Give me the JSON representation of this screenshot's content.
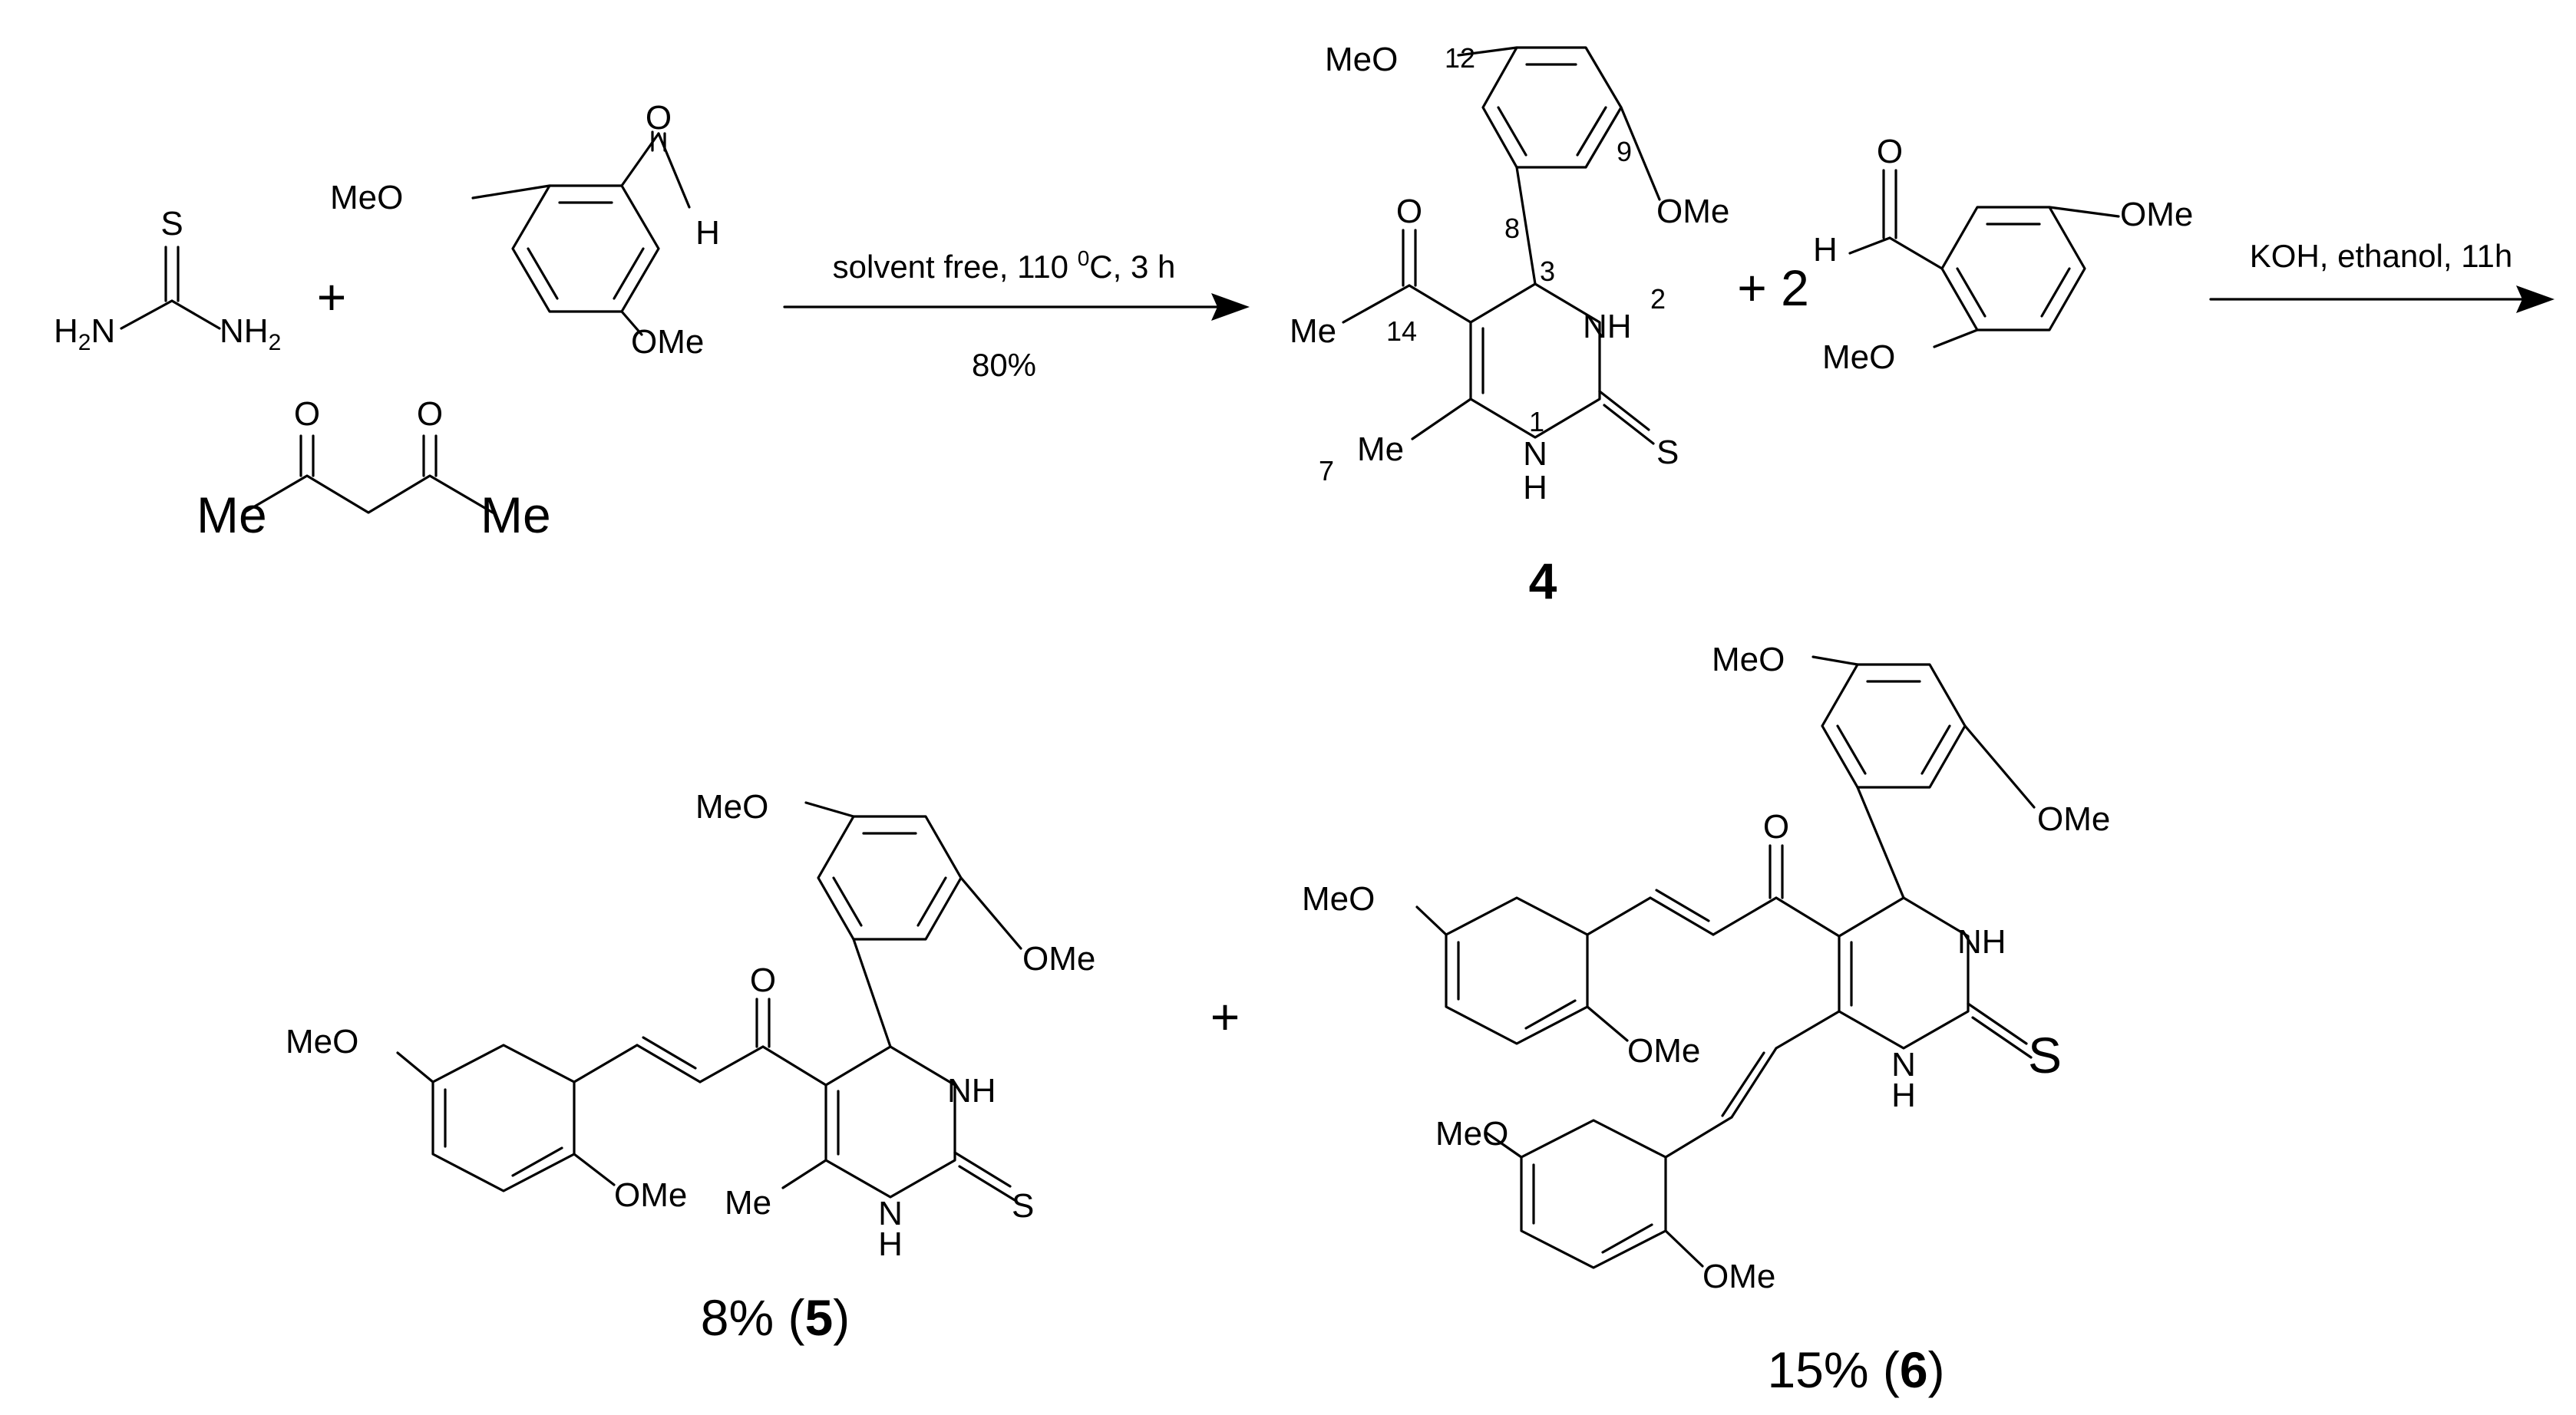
{
  "atoms": {
    "S": "S",
    "NH2": "NH",
    "H2N_left": "H",
    "H2N_right": "N",
    "sub2": "2",
    "O": "O",
    "H": "H",
    "NH": "NH",
    "N": "N",
    "MeO": "MeO",
    "OMe": "OMe",
    "Me": "Me"
  },
  "numbers": {
    "n1": "1",
    "n2": "2",
    "n3": "3",
    "n7": "7",
    "n8": "8",
    "n9": "9",
    "n12": "12",
    "n14": "14"
  },
  "operators": {
    "plus": "+",
    "plus_two": "+ 2"
  },
  "arrow1": {
    "above_prefix": "solvent free, 110 ",
    "above_sup": "0",
    "above_suffix": "C, 3 h",
    "below": "80%"
  },
  "arrow2": {
    "above": "KOH, ethanol, 11h"
  },
  "compounds": {
    "c4": {
      "label": "4"
    },
    "c5": {
      "yield": "8% (",
      "label": "5",
      "close": ")"
    },
    "c6": {
      "yield": "15% (",
      "label": "6",
      "close": ")"
    }
  }
}
